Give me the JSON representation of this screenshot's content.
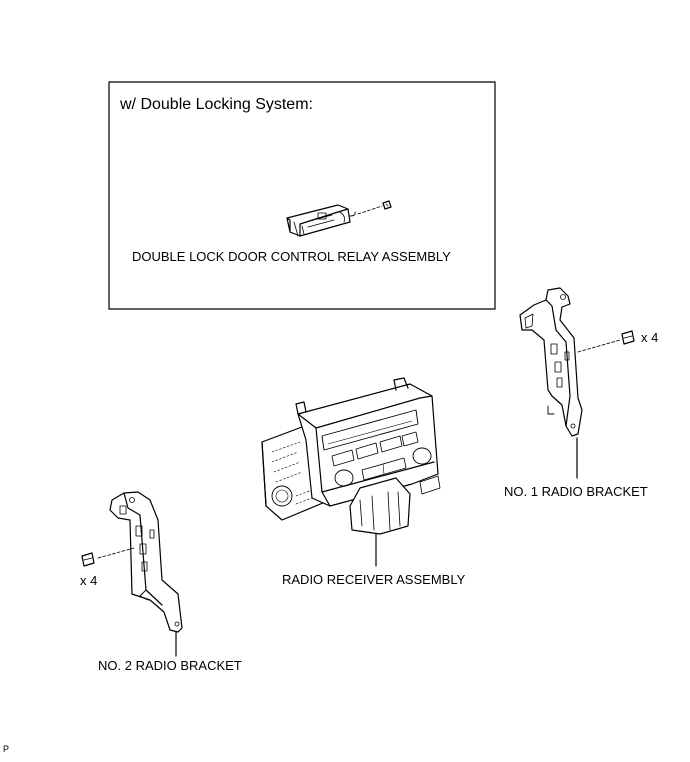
{
  "inset": {
    "title": "w/ Double Locking System:",
    "relay_label": "DOUBLE LOCK DOOR CONTROL RELAY ASSEMBLY"
  },
  "parts": {
    "no1_bracket": "NO. 1 RADIO BRACKET",
    "no2_bracket": "NO. 2 RADIO BRACKET",
    "receiver": "RADIO RECEIVER ASSEMBLY"
  },
  "quantities": {
    "no1_screws": "x 4",
    "no2_screws": "x 4"
  },
  "corner_code": "P"
}
